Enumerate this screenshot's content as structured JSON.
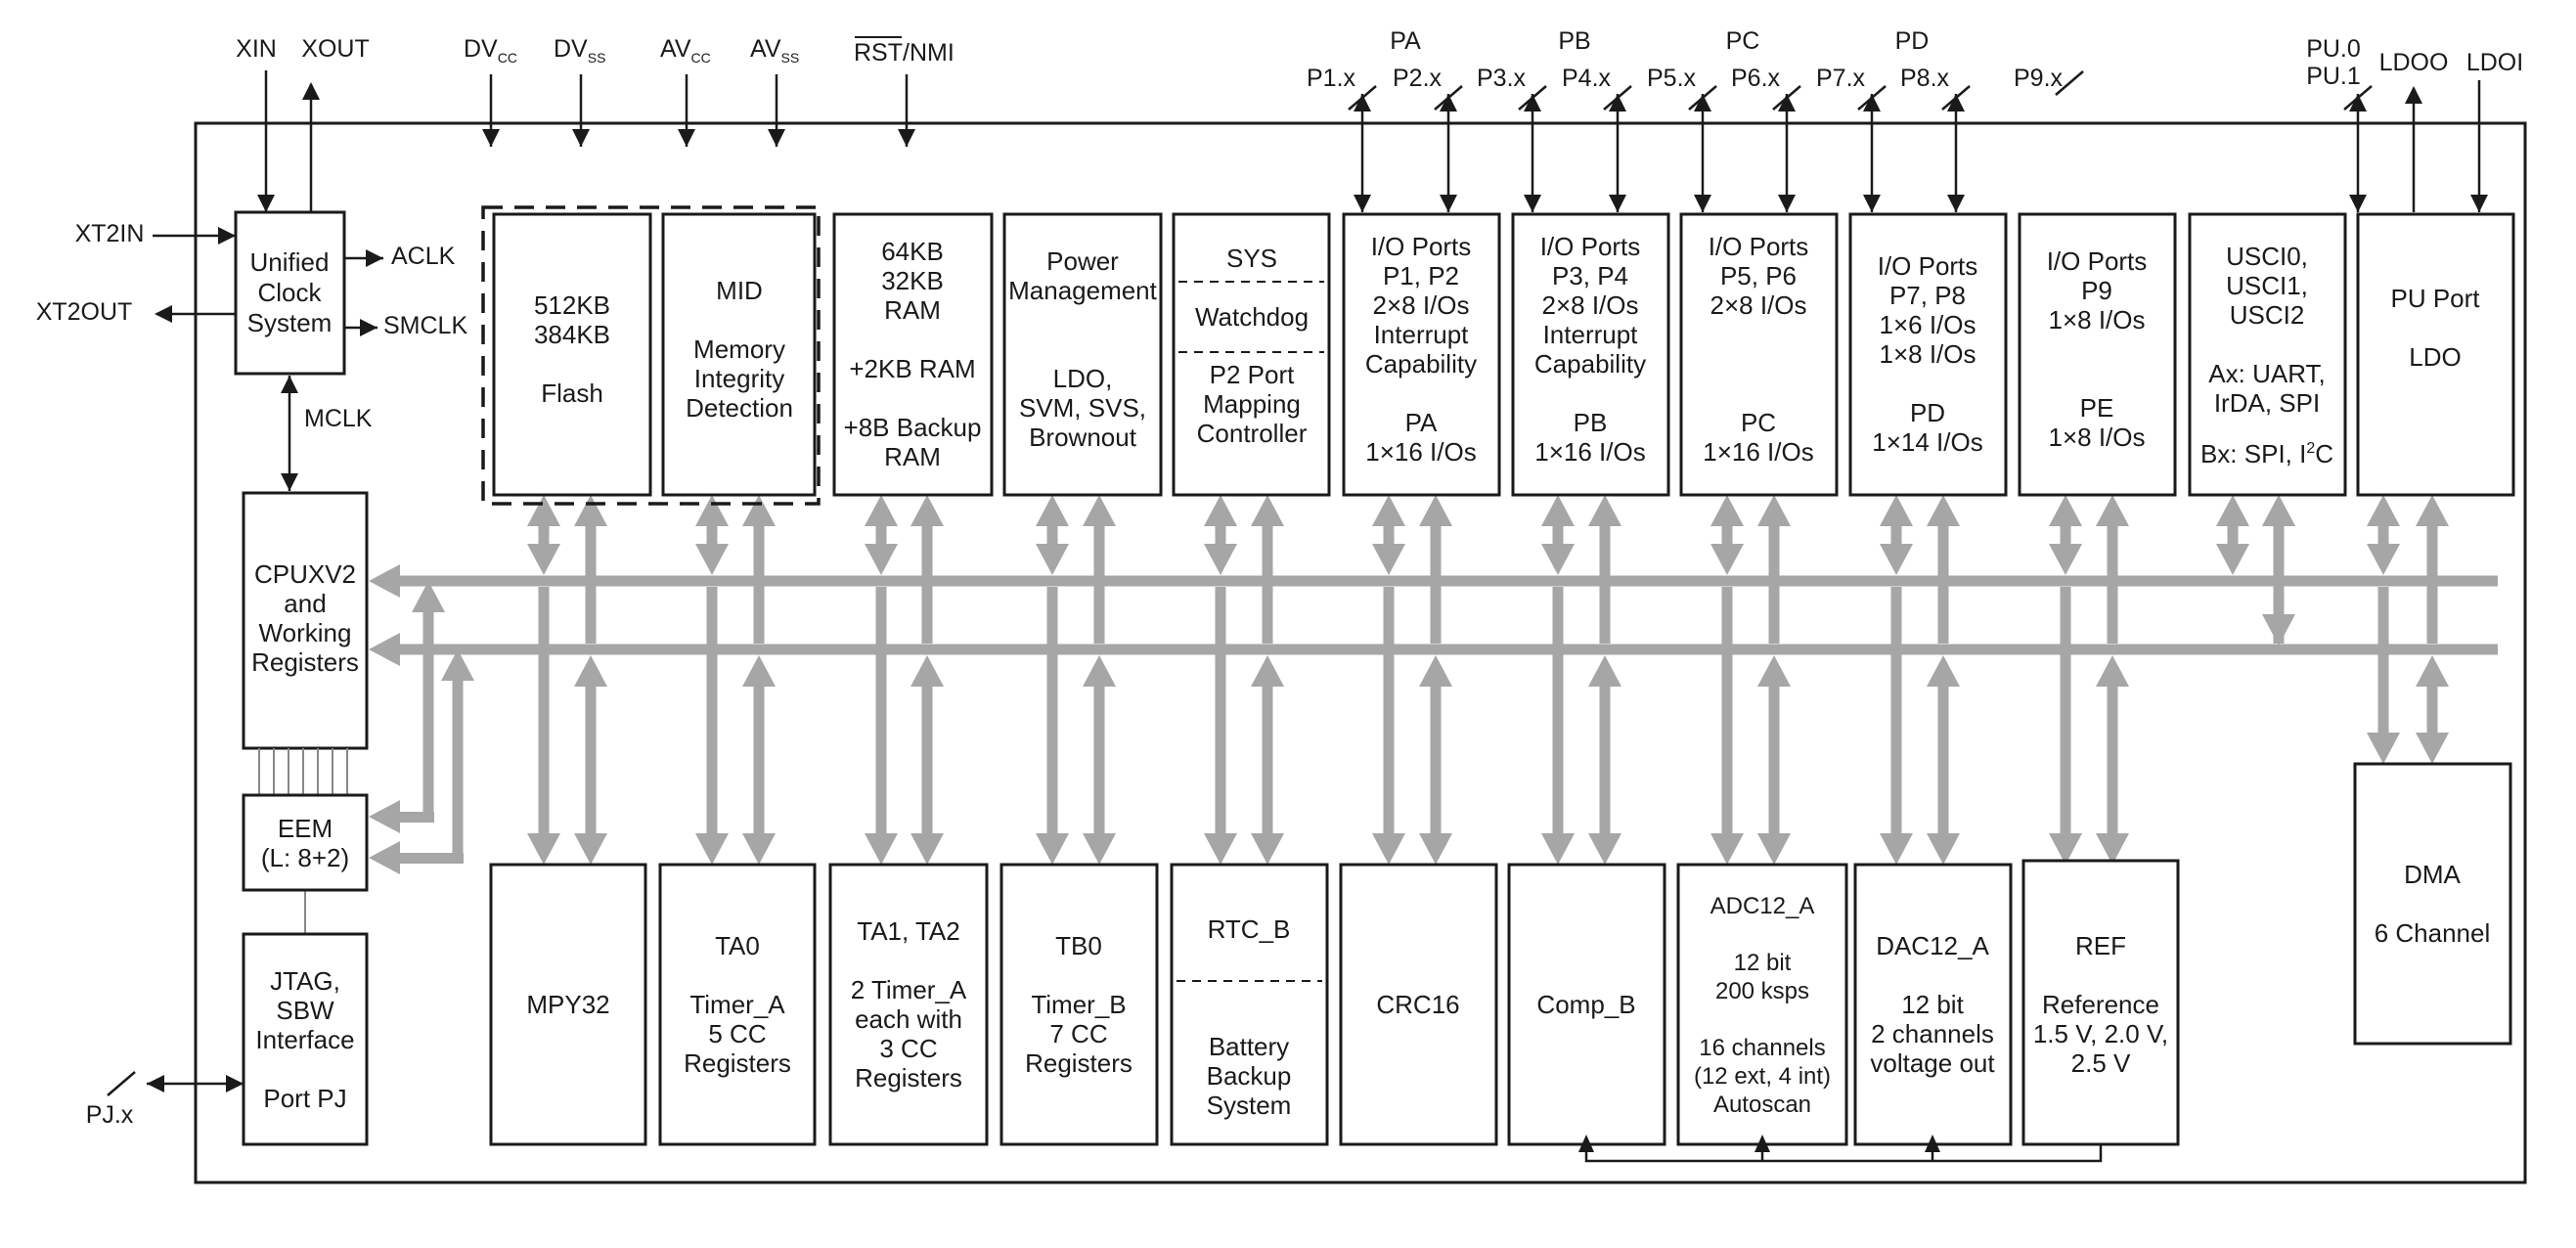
{
  "pins": {
    "xin": "XIN",
    "xout": "XOUT",
    "xt2in": "XT2IN",
    "xt2out": "XT2OUT",
    "aclk": "ACLK",
    "smclk": "SMCLK",
    "mclk": "MCLK",
    "dv": "DV",
    "av": "AV",
    "sub_cc": "CC",
    "sub_ss": "SS",
    "rst": "RST",
    "nmi": "/NMI",
    "pa": "PA",
    "pb": "PB",
    "pc": "PC",
    "pd": "PD",
    "p1": "P1.x",
    "p2": "P2.x",
    "p3": "P3.x",
    "p4": "P4.x",
    "p5": "P5.x",
    "p6": "P6.x",
    "p7": "P7.x",
    "p8": "P8.x",
    "p9": "P9.x",
    "pu0": "PU.0",
    "pu1": "PU.1",
    "ldoo": "LDOO",
    "ldoi": "LDOI",
    "pj": "PJ.x"
  },
  "blocks": {
    "ucs": [
      "Unified",
      "Clock",
      "System"
    ],
    "flash": [
      "512KB",
      "384KB",
      "",
      "Flash"
    ],
    "mid": [
      "MID",
      "",
      "Memory",
      "Integrity",
      "Detection"
    ],
    "ram": [
      "64KB",
      "32KB",
      "RAM",
      "",
      "+2KB RAM",
      "",
      "+8B Backup",
      "RAM"
    ],
    "power": [
      "Power",
      "Management",
      "",
      "",
      "LDO,",
      "SVM, SVS,",
      "Brownout"
    ],
    "sys": "SYS",
    "watchdog": "Watchdog",
    "portmap": [
      "P2 Port",
      "Mapping",
      "Controller"
    ],
    "io_pa": [
      "I/O Ports",
      "P1, P2",
      "2×8 I/Os",
      "Interrupt",
      "Capability",
      "",
      "PA",
      "1×16 I/Os"
    ],
    "io_pb": [
      "I/O Ports",
      "P3, P4",
      "2×8 I/Os",
      "Interrupt",
      "Capability",
      "",
      "PB",
      "1×16 I/Os"
    ],
    "io_pc": [
      "I/O Ports",
      "P5, P6",
      "2×8 I/Os",
      "",
      "",
      "",
      "PC",
      "1×16 I/Os"
    ],
    "io_pd": [
      "I/O Ports",
      "P7, P8",
      "1×6 I/Os",
      "1×8 I/Os",
      "",
      "PD",
      "1×14 I/Os"
    ],
    "io_pe": [
      "I/O Ports",
      "P9",
      "1×8 I/Os",
      "",
      "",
      "PE",
      "1×8 I/Os"
    ],
    "usci": [
      "USCI0,",
      "USCI1,",
      "USCI2",
      "",
      "Ax: UART,",
      "IrDA, SPI",
      ""
    ],
    "usci_bx": "Bx: SPI, I",
    "usci_sup": "2",
    "usci_c": "C",
    "puport": [
      "PU Port",
      "",
      "LDO"
    ],
    "cpu": [
      "CPUXV2",
      "and",
      "Working",
      "Registers"
    ],
    "eem": [
      "EEM",
      "(L: 8+2)"
    ],
    "jtag": [
      "JTAG,",
      "SBW",
      "Interface",
      "",
      "Port PJ"
    ],
    "mpy": "MPY32",
    "ta0": [
      "TA0",
      "",
      "Timer_A",
      "5 CC",
      "Registers"
    ],
    "ta12": [
      "TA1, TA2",
      "",
      "2 Timer_A",
      "each with",
      "3 CC",
      "Registers"
    ],
    "tb0": [
      "TB0",
      "",
      "Timer_B",
      "7 CC",
      "Registers"
    ],
    "rtc": "RTC_B",
    "battery": [
      "Battery",
      "Backup",
      "System"
    ],
    "crc": "CRC16",
    "comp": "Comp_B",
    "adc": [
      "ADC12_A",
      "",
      "12 bit",
      "200 ksps",
      "",
      "16 channels",
      "(12 ext, 4 int)",
      "Autoscan"
    ],
    "dac": [
      "DAC12_A",
      "",
      "12 bit",
      "2 channels",
      "voltage out"
    ],
    "ref": [
      "REF",
      "",
      "Reference",
      "1.5 V, 2.0 V,",
      "2.5 V"
    ],
    "dma": [
      "DMA",
      "",
      "6 Channel"
    ]
  },
  "colors": {
    "bus": "#a6a6a6",
    "line": "#1a1a1a"
  }
}
